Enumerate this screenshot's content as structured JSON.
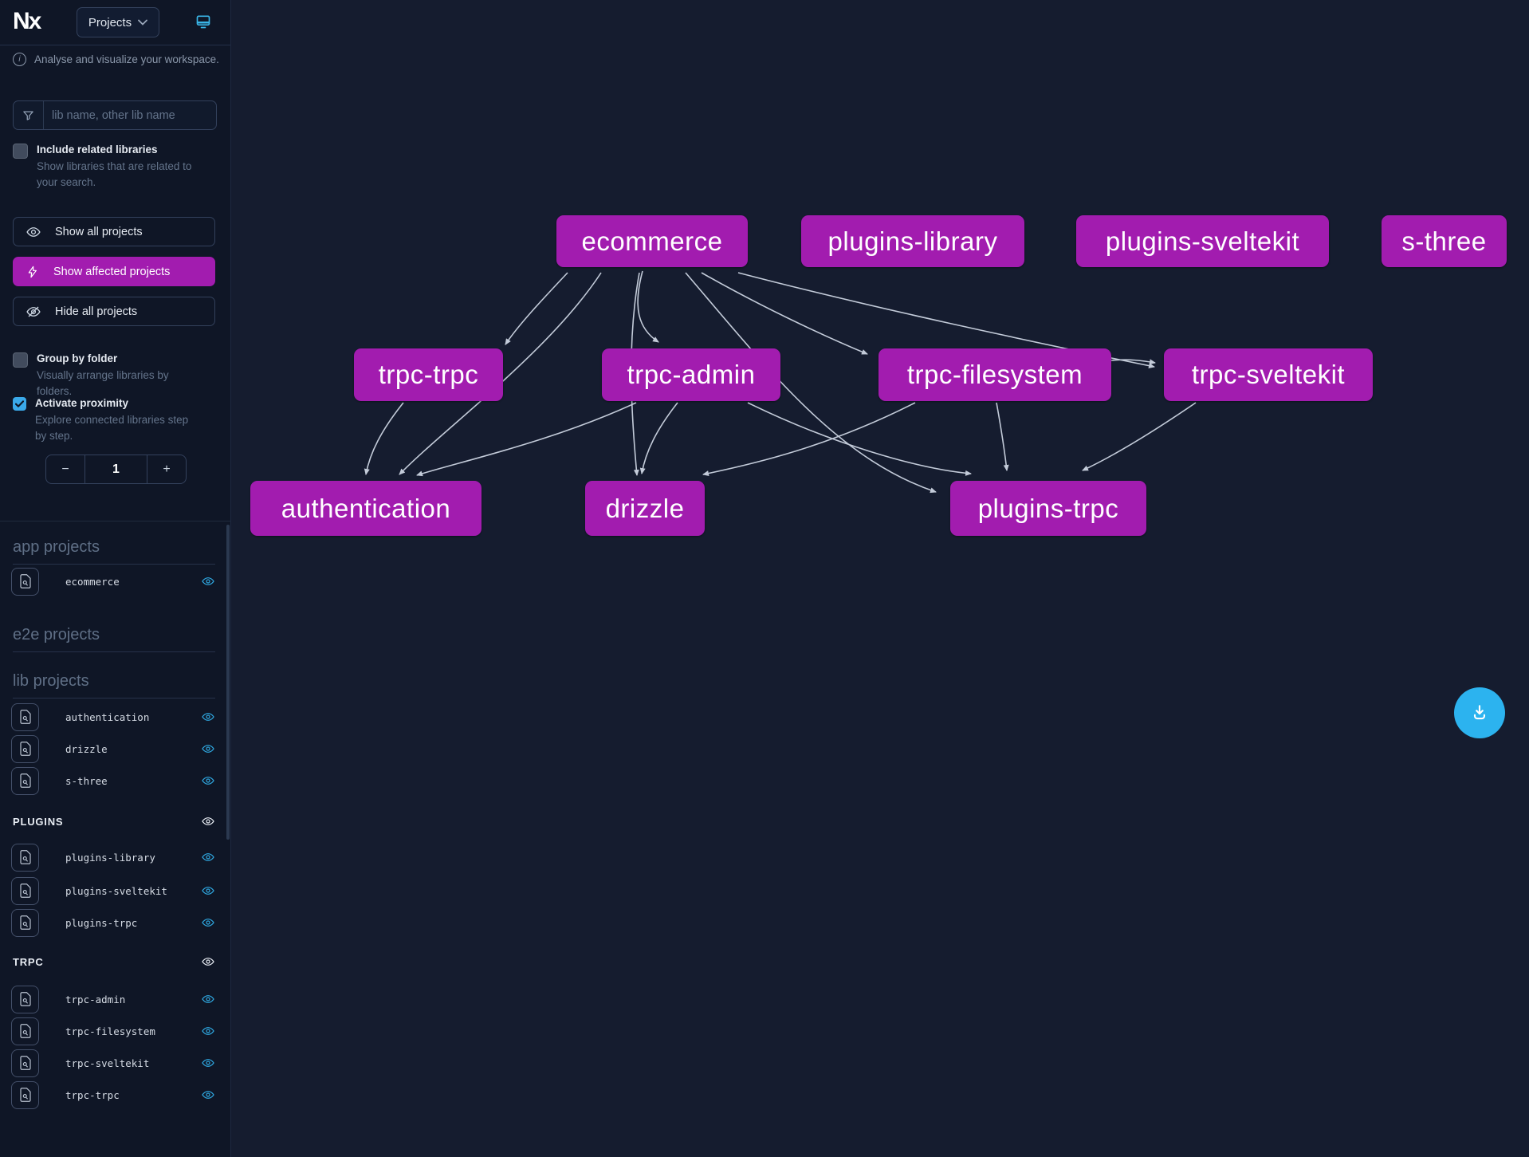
{
  "topbar": {
    "logo": "Nx",
    "projects_button": "Projects"
  },
  "sidebar": {
    "tagline": "Analyse and visualize your workspace.",
    "search": {
      "placeholder": "lib name, other lib name"
    },
    "include_related": {
      "label": "Include related libraries",
      "description": "Show libraries that are related to your search.",
      "checked": false
    },
    "buttons": {
      "show_all": "Show all projects",
      "show_affected": "Show affected projects",
      "hide_all": "Hide all projects"
    },
    "group_by_folder": {
      "label": "Group by folder",
      "description": "Visually arrange libraries by folders.",
      "checked": false
    },
    "proximity": {
      "label": "Activate proximity",
      "description": "Explore connected libraries step by step.",
      "checked": true,
      "value": "1",
      "minus_label": "−",
      "plus_label": "+"
    },
    "sections": [
      {
        "title": "app projects",
        "items": [
          "ecommerce"
        ]
      },
      {
        "title": "e2e projects",
        "items": []
      },
      {
        "title": "lib projects",
        "items": [
          "authentication",
          "drizzle",
          "s-three"
        ]
      },
      {
        "title": "PLUGINS",
        "items": [
          "plugins-library",
          "plugins-sveltekit",
          "plugins-trpc"
        ]
      },
      {
        "title": "TRPC",
        "items": [
          "trpc-admin",
          "trpc-filesystem",
          "trpc-sveltekit",
          "trpc-trpc"
        ]
      }
    ]
  },
  "graph": {
    "nodes": [
      {
        "label": "ecommerce"
      },
      {
        "label": "plugins-library"
      },
      {
        "label": "plugins-sveltekit"
      },
      {
        "label": "s-three"
      },
      {
        "label": "trpc-trpc"
      },
      {
        "label": "trpc-admin"
      },
      {
        "label": "trpc-filesystem"
      },
      {
        "label": "trpc-sveltekit"
      },
      {
        "label": "authentication"
      },
      {
        "label": "drizzle"
      },
      {
        "label": "plugins-trpc"
      }
    ],
    "edges": [
      {
        "source": "ecommerce",
        "target": "trpc-trpc"
      },
      {
        "source": "ecommerce",
        "target": "trpc-admin"
      },
      {
        "source": "ecommerce",
        "target": "trpc-filesystem"
      },
      {
        "source": "ecommerce",
        "target": "trpc-sveltekit"
      },
      {
        "source": "ecommerce",
        "target": "authentication"
      },
      {
        "source": "ecommerce",
        "target": "drizzle"
      },
      {
        "source": "ecommerce",
        "target": "plugins-trpc"
      },
      {
        "source": "trpc-trpc",
        "target": "authentication"
      },
      {
        "source": "trpc-admin",
        "target": "authentication"
      },
      {
        "source": "trpc-admin",
        "target": "drizzle"
      },
      {
        "source": "trpc-admin",
        "target": "plugins-trpc"
      },
      {
        "source": "trpc-filesystem",
        "target": "drizzle"
      },
      {
        "source": "trpc-filesystem",
        "target": "plugins-trpc"
      },
      {
        "source": "trpc-filesystem",
        "target": "trpc-sveltekit"
      },
      {
        "source": "trpc-sveltekit",
        "target": "plugins-trpc"
      }
    ]
  },
  "colors": {
    "node_fill": "#a21caf",
    "affected_button": "#a21caf",
    "eye_icon": "#2fa8e1",
    "download_button": "#2cb3ef",
    "edge": "#c3cbd9",
    "background": "#151c2f",
    "sidebar_background": "#0f1626"
  }
}
